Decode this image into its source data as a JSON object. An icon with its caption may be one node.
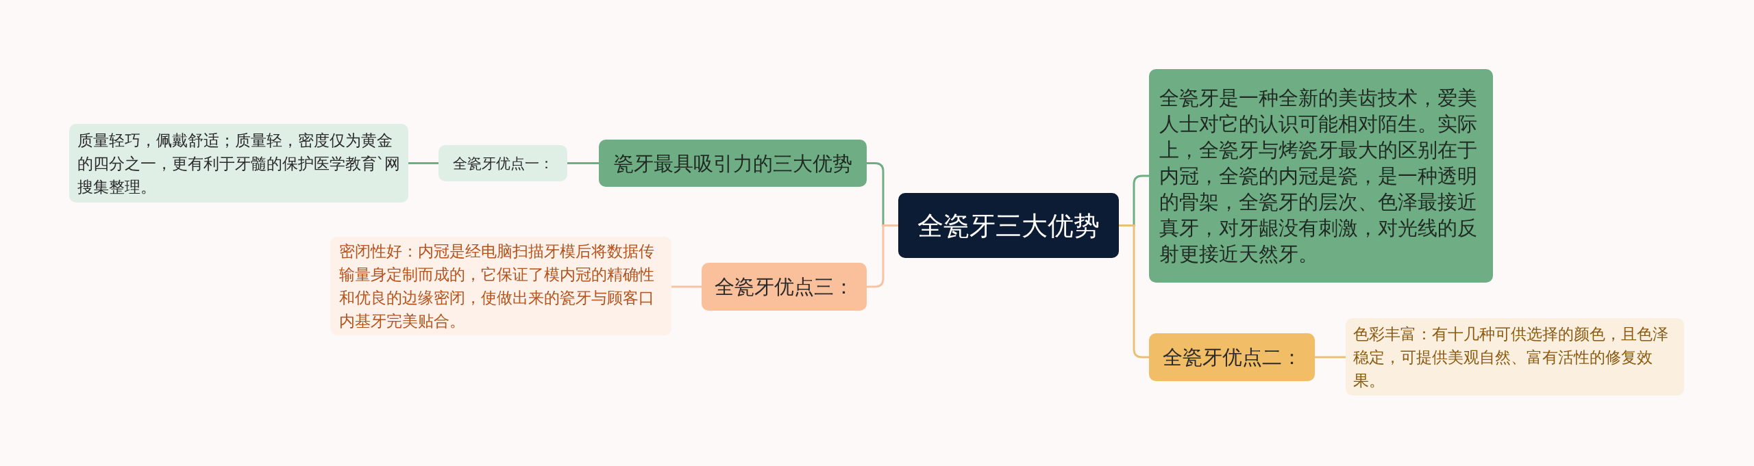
{
  "diagram": {
    "nodes": [
      {
        "text": [
          "全瓷牙三大优势"
        ]
      },
      {
        "text": [
          "瓷牙最具吸引力的三大优势"
        ]
      },
      {
        "text": [
          "全瓷牙优点一："
        ]
      },
      {
        "text": [
          "质量轻巧，佩戴舒适；质量轻，密度仅为黄金的四分之一，更有利于牙髓的保护医学教育`网搜集整理。"
        ]
      },
      {
        "text": [
          "全瓷牙优点三："
        ]
      },
      {
        "text": [
          "密闭性好：内冠是经电脑扫描牙模后将数据传输量身定制而成的，它保证了模内冠的精确性和优良的边缘密闭，使做出来的瓷牙与顾客口内基牙完美贴合。"
        ]
      },
      {
        "text": [
          "全瓷牙是一种全新的美齿技术，爱美人士对它的认识可能相对陌生。实际上，全瓷牙与烤瓷牙最大的区别在于内冠，全瓷的内冠是瓷，是一种透明的骨架，全瓷牙的层次、色泽最接近真牙，对牙龈没有刺激，对光线的反射更接近天然牙。"
        ]
      },
      {
        "text": [
          "全瓷牙优点二："
        ]
      },
      {
        "text": [
          "色彩丰富：有十几种可供选择的颜色，且色泽稳定，可提供美观自然、富有活性的修复效果。"
        ]
      }
    ],
    "edges": [
      {
        "from": 0,
        "to": 1,
        "arrow": "none"
      },
      {
        "from": 1,
        "to": 2,
        "arrow": "none"
      },
      {
        "from": 2,
        "to": 3,
        "arrow": "none"
      },
      {
        "from": 0,
        "to": 4,
        "arrow": "none",
        "color": "#f7c3a3"
      },
      {
        "from": 4,
        "to": 5,
        "arrow": "none",
        "color": "#f7c3a3"
      },
      {
        "from": 0,
        "to": 6,
        "arrow": "none"
      },
      {
        "from": 0,
        "to": 7,
        "arrow": "none",
        "color": "#e9c07a"
      },
      {
        "from": 7,
        "to": 8,
        "arrow": "none",
        "color": "#e9c07a"
      }
    ]
  }
}
